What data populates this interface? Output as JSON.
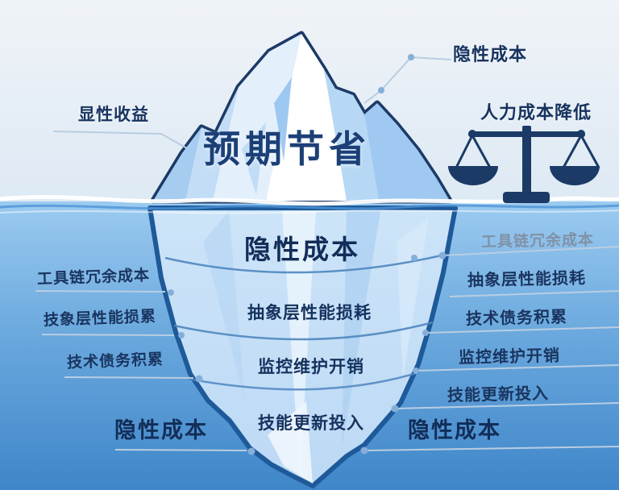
{
  "above_water": {
    "hidden_cost_callout": "隐性成本",
    "explicit_benefit_label": "显性收益",
    "iceberg_title": "预期节省",
    "labor_cost_label": "人力成本降低",
    "scale_icon": "balance-scale-icon"
  },
  "below_water": {
    "section_title": "隐性成本",
    "iceberg_labels": [
      {
        "text": "抽象层性能损耗"
      },
      {
        "text": "监控维护开销"
      },
      {
        "text": "技能更新投入"
      }
    ],
    "left_labels": [
      {
        "text": "工具链冗余成本"
      },
      {
        "text": "技象层性能损累"
      },
      {
        "text": "技术债务积累"
      }
    ],
    "right_labels": [
      {
        "text": "工具链冗余成本",
        "muted": true
      },
      {
        "text": "抽象层性能损耗"
      },
      {
        "text": "技术债务积累"
      },
      {
        "text": "监控维护开销"
      },
      {
        "text": "技能更新投入"
      }
    ],
    "bottom_left_title": "隐性成本",
    "bottom_right_title": "隐性成本"
  },
  "colors": {
    "text_navy": "#16335f",
    "muted_label": "#8091a8",
    "iceberg_outline_above": "#1c3a66",
    "iceberg_outline_below": "#1e5a99",
    "water_top": "#96c6ee",
    "water_bottom": "#3f86c9",
    "sky_top": "#eef3f8",
    "sky_bottom": "#dde9f4",
    "scale_icon_color": "#1b3a66",
    "connector_line": "#b9cde2",
    "connector_dot": "#85aed8"
  }
}
